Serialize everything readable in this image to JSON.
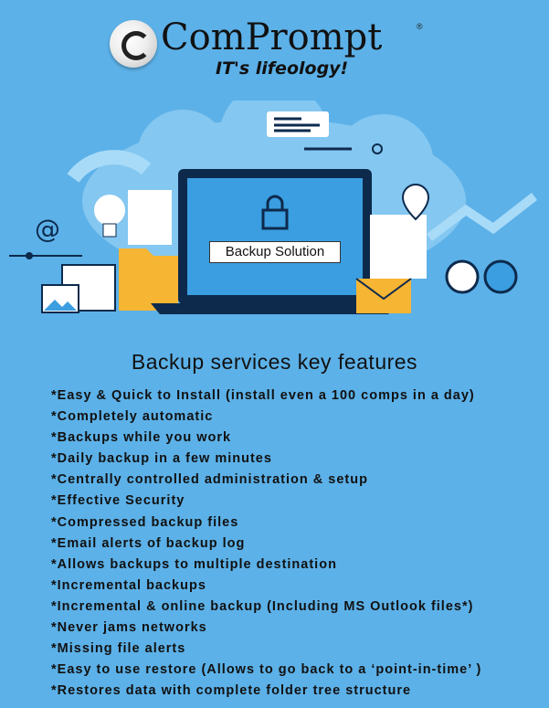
{
  "brand": {
    "name": "ComPrompt",
    "registered": "®",
    "tagline": "IT's lifeology!"
  },
  "illustration": {
    "screen_label": "Backup Solution"
  },
  "section": {
    "title": "Backup services key features"
  },
  "features": [
    "*Easy & Quick to Install (install even a 100 comps in a day)",
    "*Completely automatic",
    "*Backups while you work",
    "*Daily backup in a few minutes",
    "*Centrally controlled administration & setup",
    "*Effective Security",
    "*Compressed backup files",
    "*Email alerts of backup log",
    "*Allows backups to multiple destination",
    "*Incremental backups",
    "*Incremental & online backup (Including MS Outlook files*)",
    "*Never jams networks",
    "*Missing file alerts",
    "*Easy to use restore (Allows to go back to a ‘point-in-time’ )",
    "*Restores data with complete folder tree structure"
  ],
  "colors": {
    "background": "#5cb1e8",
    "laptop": "#0d2a4d",
    "screen": "#3a9ee0"
  }
}
